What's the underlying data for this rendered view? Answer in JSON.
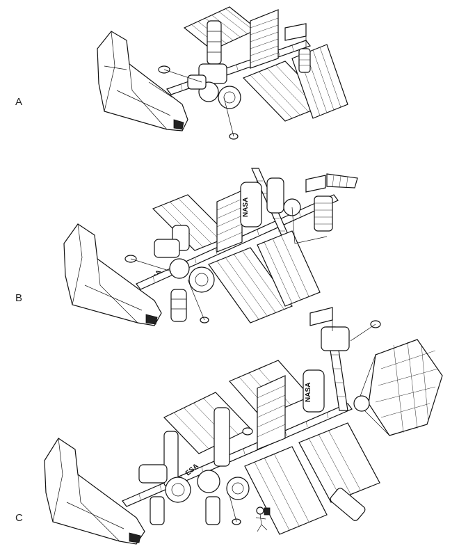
{
  "figure": {
    "panels": [
      {
        "label": "A",
        "shuttle_mark": "",
        "modules_mark": ""
      },
      {
        "label": "B",
        "shuttle_mark": "ESA",
        "modules_mark": "NASA"
      },
      {
        "label": "C",
        "shuttle_mark": "ESA",
        "modules_mark": "NASA"
      }
    ]
  },
  "colors": {
    "ink": "#111111",
    "paper": "#ffffff"
  },
  "icons": [
    "space-shuttle",
    "solar-array",
    "radiator",
    "truss",
    "pressurized-module",
    "antenna-dish",
    "flag",
    "telescope-hexagon-array",
    "astronaut"
  ]
}
